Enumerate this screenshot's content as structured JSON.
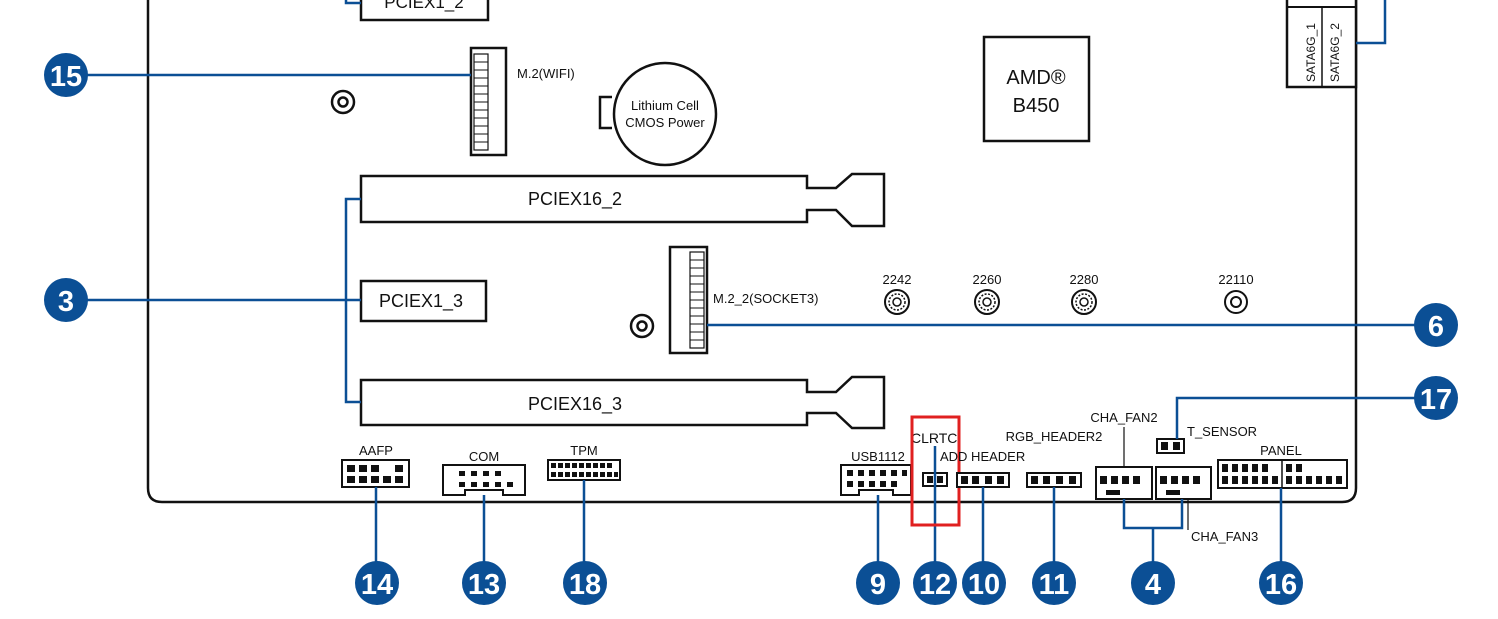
{
  "colors": {
    "badge": "#0b4f95",
    "leader": "#0b4f95",
    "highlight": "#e02020",
    "outline": "#111111"
  },
  "labels": {
    "pciex1_2": "PCIEX1_2",
    "m2_wifi": "M.2(WIFI)",
    "battery_line1": "Lithium Cell",
    "battery_line2": "CMOS Power",
    "chipset_line1": "AMD®",
    "chipset_line2": "B450",
    "sata1": "SATA6G_1",
    "sata2": "SATA6G_2",
    "pciex16_2": "PCIEX16_2",
    "pciex1_3": "PCIEX1_3",
    "m2_2": "M.2_2(SOCKET3)",
    "standoff_2242": "2242",
    "standoff_2260": "2260",
    "standoff_2280": "2280",
    "standoff_22110": "22110",
    "pciex16_3": "PCIEX16_3",
    "aafp": "AAFP",
    "com": "COM",
    "tpm": "TPM",
    "usb1112": "USB1112",
    "clrtc": "CLRTC",
    "addr_header": "ADD HEADER",
    "rgb_header2": "RGB_HEADER2",
    "cha_fan2": "CHA_FAN2",
    "t_sensor": "T_SENSOR",
    "cha_fan3": "CHA_FAN3",
    "panel": "PANEL"
  },
  "badges": {
    "b15": "15",
    "b3": "3",
    "b6": "6",
    "b17": "17",
    "b14": "14",
    "b13": "13",
    "b18": "18",
    "b9": "9",
    "b12": "12",
    "b10": "10",
    "b11": "11",
    "b4": "4",
    "b16": "16"
  }
}
